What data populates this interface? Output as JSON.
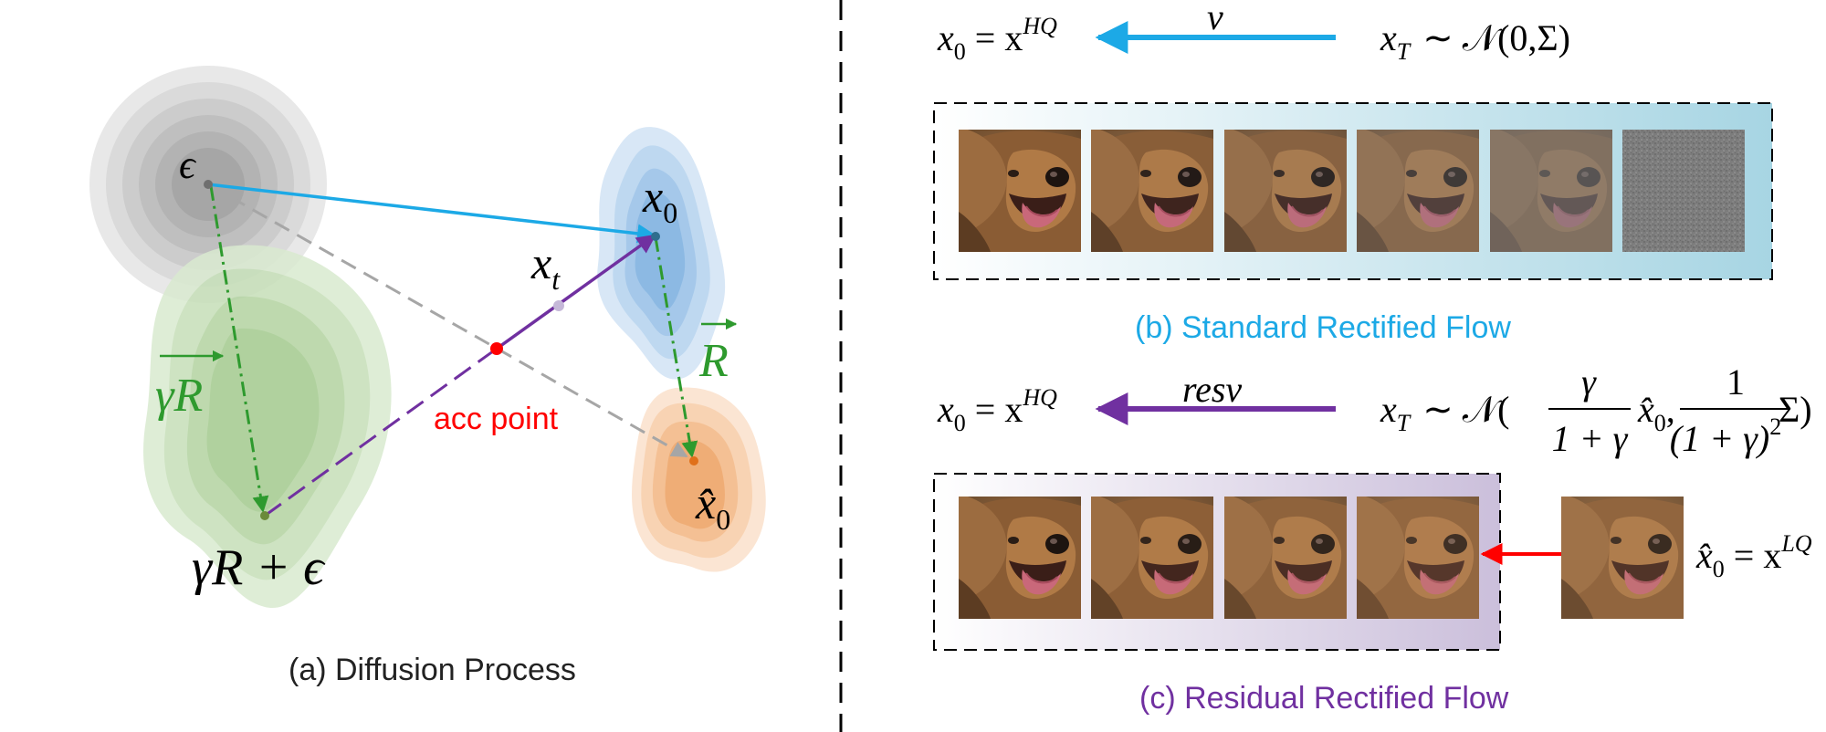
{
  "colors": {
    "blue": "#1ca9e6",
    "purple": "#7030a0",
    "green": "#2e9a2e",
    "red": "#ff0000",
    "grey_dash": "#a6a6a6"
  },
  "panel_a": {
    "caption": "(a) Diffusion Process",
    "labels": {
      "eps": "ϵ",
      "x0": "x",
      "x0_sub": "0",
      "xt": "x",
      "xt_sub": "t",
      "xhat": "x̂",
      "xhat_sub": "0",
      "R_vec": "R",
      "gammaR": "γR",
      "gammaR_eps": "γR + ϵ",
      "acc_point": "acc point"
    }
  },
  "panel_b": {
    "caption": "(b) Standard Rectified Flow",
    "lhs_x": "x",
    "lhs_sub": "0",
    "lhs_eq": " = x",
    "lhs_sup": "HQ",
    "arrow_label": "v",
    "rhs_x": "x",
    "rhs_sub": "T",
    "rhs_dist": "∼ 𝒩(0,Σ)",
    "frames": 6
  },
  "panel_c": {
    "caption": "(c) Residual Rectified Flow",
    "lhs_x": "x",
    "lhs_sub": "0",
    "lhs_eq": " = x",
    "lhs_sup": "HQ",
    "arrow_label": "resv",
    "rhs_x": "x",
    "rhs_sub": "T",
    "rhs_pre": "∼ 𝒩(",
    "frac1_num": "γ",
    "frac1_den": "1 + γ",
    "mid": "x̂",
    "mid_sub": "0",
    "comma": ",",
    "frac2_num": "1",
    "frac2_den": "(1 + γ)",
    "frac2_den_sup": "2",
    "rhs_post": "Σ)",
    "lq_x": "x̂",
    "lq_sub": "0",
    "lq_eq": " = x",
    "lq_sup": "LQ",
    "frames": 4
  }
}
